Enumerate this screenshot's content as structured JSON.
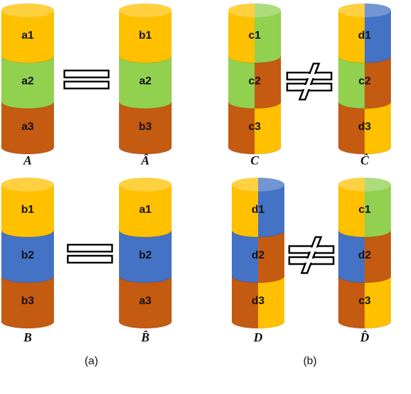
{
  "colors": {
    "yellow": "#FFC000",
    "green": "#92D050",
    "orange": "#C55A11",
    "blue": "#4472C4"
  },
  "panels": [
    {
      "label": "(a)"
    },
    {
      "label": "(b)"
    }
  ],
  "cylinders": [
    {
      "id": "A",
      "name": "A",
      "segments": [
        {
          "left_label": "a1",
          "left_color": "yellow",
          "right_color": "yellow"
        },
        {
          "left_label": "a2",
          "left_color": "green",
          "right_color": "green"
        },
        {
          "left_label": "a3",
          "left_color": "orange",
          "right_color": "orange"
        }
      ]
    },
    {
      "id": "A-hat",
      "name": "Â",
      "segments": [
        {
          "left_label": "b1",
          "left_color": "yellow",
          "right_color": "yellow"
        },
        {
          "left_label": "a2",
          "left_color": "green",
          "right_color": "green"
        },
        {
          "left_label": "b3",
          "left_color": "orange",
          "right_color": "orange"
        }
      ]
    },
    {
      "id": "B",
      "name": "B",
      "segments": [
        {
          "left_label": "b1",
          "left_color": "yellow",
          "right_color": "yellow"
        },
        {
          "left_label": "b2",
          "left_color": "blue",
          "right_color": "blue"
        },
        {
          "left_label": "b3",
          "left_color": "orange",
          "right_color": "orange"
        }
      ]
    },
    {
      "id": "B-hat",
      "name": "B̂",
      "segments": [
        {
          "left_label": "a1",
          "left_color": "yellow",
          "right_color": "yellow"
        },
        {
          "left_label": "b2",
          "left_color": "blue",
          "right_color": "blue"
        },
        {
          "left_label": "a3",
          "left_color": "orange",
          "right_color": "orange"
        }
      ]
    },
    {
      "id": "C",
      "name": "C",
      "segments": [
        {
          "left_label": "c1",
          "left_color": "yellow",
          "right_color": "green"
        },
        {
          "left_label": "c2",
          "left_color": "green",
          "right_color": "orange"
        },
        {
          "left_label": "c3",
          "left_color": "orange",
          "right_color": "yellow"
        }
      ]
    },
    {
      "id": "C-hat",
      "name": "Ĉ",
      "segments": [
        {
          "left_label": "d1",
          "left_color": "yellow",
          "right_color": "blue"
        },
        {
          "left_label": "c2",
          "left_color": "green",
          "right_color": "orange"
        },
        {
          "left_label": "d3",
          "left_color": "orange",
          "right_color": "yellow"
        }
      ]
    },
    {
      "id": "D",
      "name": "D",
      "segments": [
        {
          "left_label": "d1",
          "left_color": "yellow",
          "right_color": "blue"
        },
        {
          "left_label": "d2",
          "left_color": "blue",
          "right_color": "orange"
        },
        {
          "left_label": "d3",
          "left_color": "orange",
          "right_color": "yellow"
        }
      ]
    },
    {
      "id": "D-hat",
      "name": "D̂",
      "segments": [
        {
          "left_label": "c1",
          "left_color": "yellow",
          "right_color": "green"
        },
        {
          "left_label": "d2",
          "left_color": "blue",
          "right_color": "orange"
        },
        {
          "left_label": "c3",
          "left_color": "orange",
          "right_color": "yellow"
        }
      ]
    }
  ],
  "relations": [
    {
      "id": "A-A-hat",
      "symbol": "equal-icon"
    },
    {
      "id": "B-B-hat",
      "symbol": "equal-icon"
    },
    {
      "id": "C-C-hat",
      "symbol": "not-equal-icon"
    },
    {
      "id": "D-D-hat",
      "symbol": "not-equal-icon"
    }
  ]
}
